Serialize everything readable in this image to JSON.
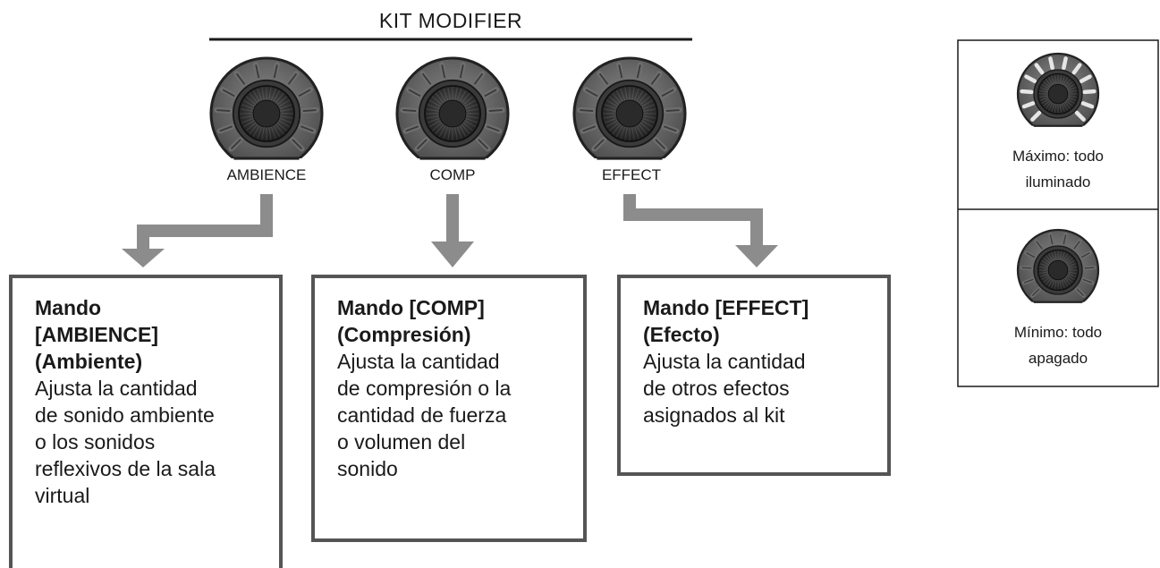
{
  "group": {
    "title": "KIT MODIFIER"
  },
  "knobs": [
    {
      "label": "AMBIENCE"
    },
    {
      "label": "COMP"
    },
    {
      "label": "EFFECT"
    }
  ],
  "descriptions": [
    {
      "title": "Mando\n[AMBIENCE]\n(Ambiente)",
      "text": "Ajusta la cantidad\nde sonido ambiente\no los sonidos\nreflexivos de la sala\nvirtual"
    },
    {
      "title": "Mando [COMP]\n(Compresión)",
      "text": "Ajusta la cantidad\nde compresión o la\ncantidad de fuerza\no volumen del\nsonido"
    },
    {
      "title": "Mando [EFFECT]\n(Efecto)",
      "text": "Ajusta la cantidad\nde otros efectos\nasignados al kit"
    }
  ],
  "legend": [
    {
      "caption": "Máximo: todo\niluminado",
      "state": "all lit"
    },
    {
      "caption": "Mínimo: todo\napagado",
      "state": "all off"
    }
  ],
  "colors": {
    "arrow": "#8c8c8c",
    "knob_body": "#555555",
    "knob_center": "#2a2a2a",
    "led_off": "#6e6e6e",
    "led_lit": "#e6e6e6",
    "box_border": "#555555"
  }
}
